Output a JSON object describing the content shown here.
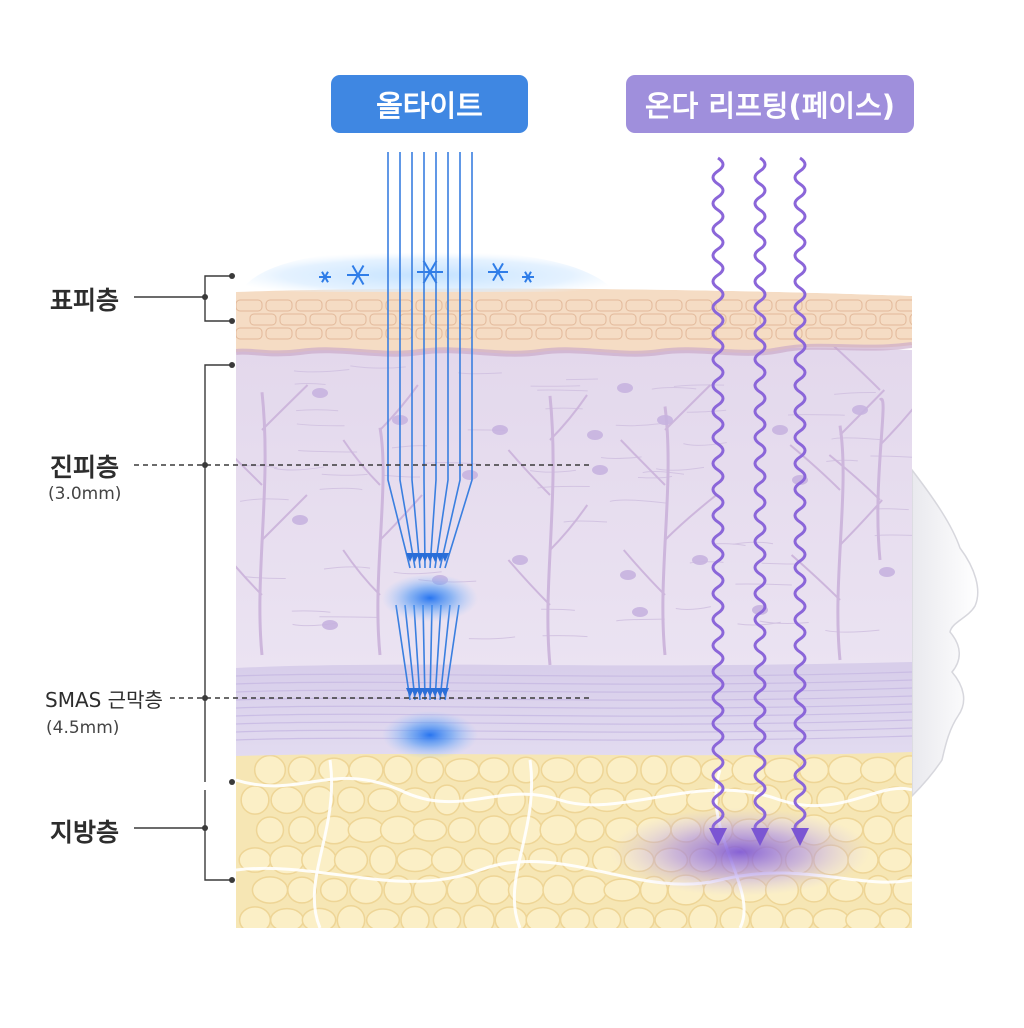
{
  "treatments": {
    "left": "올타이트",
    "right": "온다 리프팅(페이스)"
  },
  "layers": {
    "epidermis": "표피층",
    "dermis": "진피층",
    "dermis_depth": "(3.0mm)",
    "smas": "SMAS 근막층",
    "smas_depth": "(4.5mm)",
    "fat": "지방층"
  },
  "colors": {
    "left_accent": "#3f87e2",
    "right_accent": "#9f8fdc",
    "epidermis": "#f5dcc4",
    "dermis": "#e6dcee",
    "smas": "#dcd4ec",
    "fat": "#f6e6b4"
  },
  "icons": [
    "snowflake-icon",
    "arrow-down-icon",
    "wave-arrow-icon",
    "face-profile-icon"
  ]
}
